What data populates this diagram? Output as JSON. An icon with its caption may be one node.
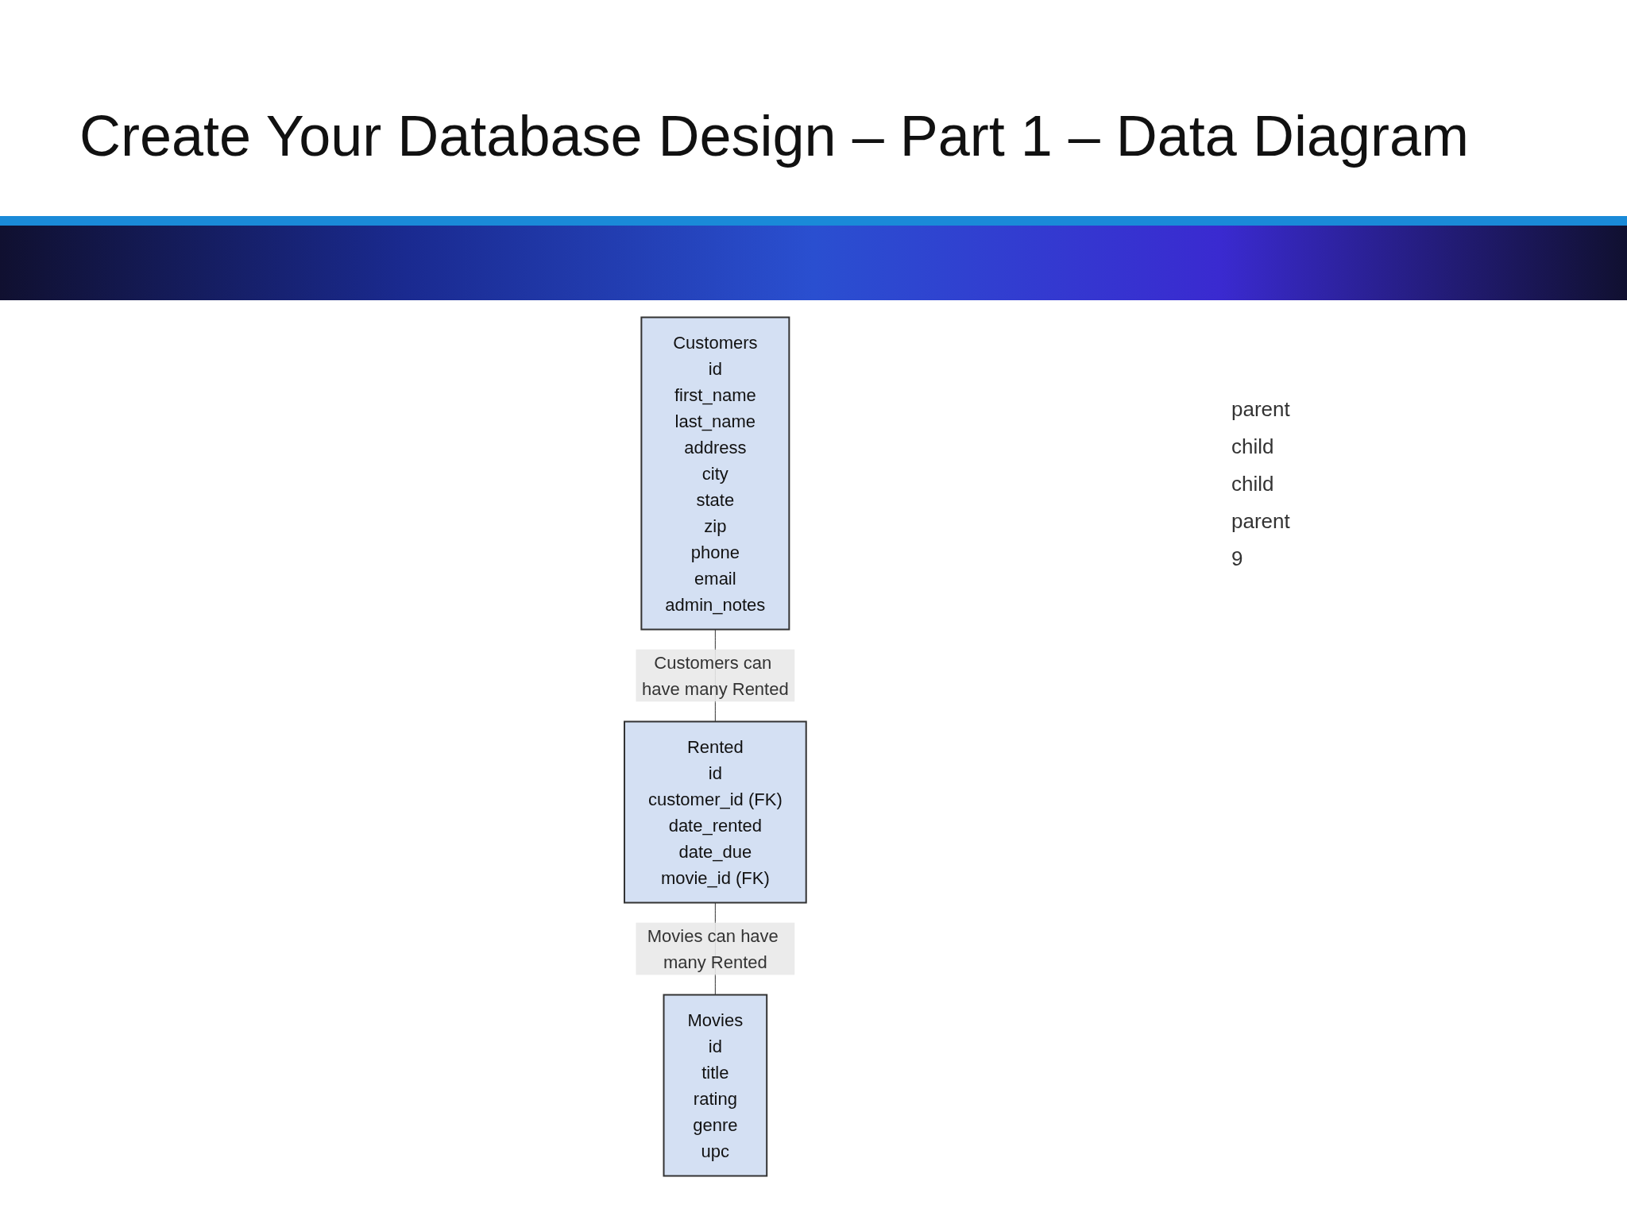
{
  "diagram": {
    "title": "Create Your Database Design – Part 1 – Data Diagram",
    "nodes": [
      {
        "text": [
          "Customers",
          "id",
          "first_name",
          "last_name",
          "address",
          "city",
          "state",
          "zip",
          "phone",
          "email",
          "admin_notes"
        ]
      },
      {
        "text": [
          "Rented",
          "id",
          "customer_id (FK)",
          "date_rented",
          "date_due",
          "movie_id (FK)"
        ]
      },
      {
        "text": [
          "Movies",
          "id",
          "title",
          "rating",
          "genre",
          "upc"
        ]
      }
    ],
    "edges": [
      {
        "from": 0,
        "to": 1,
        "arrow": "none",
        "label": "Customers can have many Rented"
      },
      {
        "from": 1,
        "to": 2,
        "arrow": "none",
        "label": "Movies can have many Rented"
      }
    ],
    "labels": [
      "parent",
      "child",
      "child",
      "parent",
      "9"
    ]
  }
}
